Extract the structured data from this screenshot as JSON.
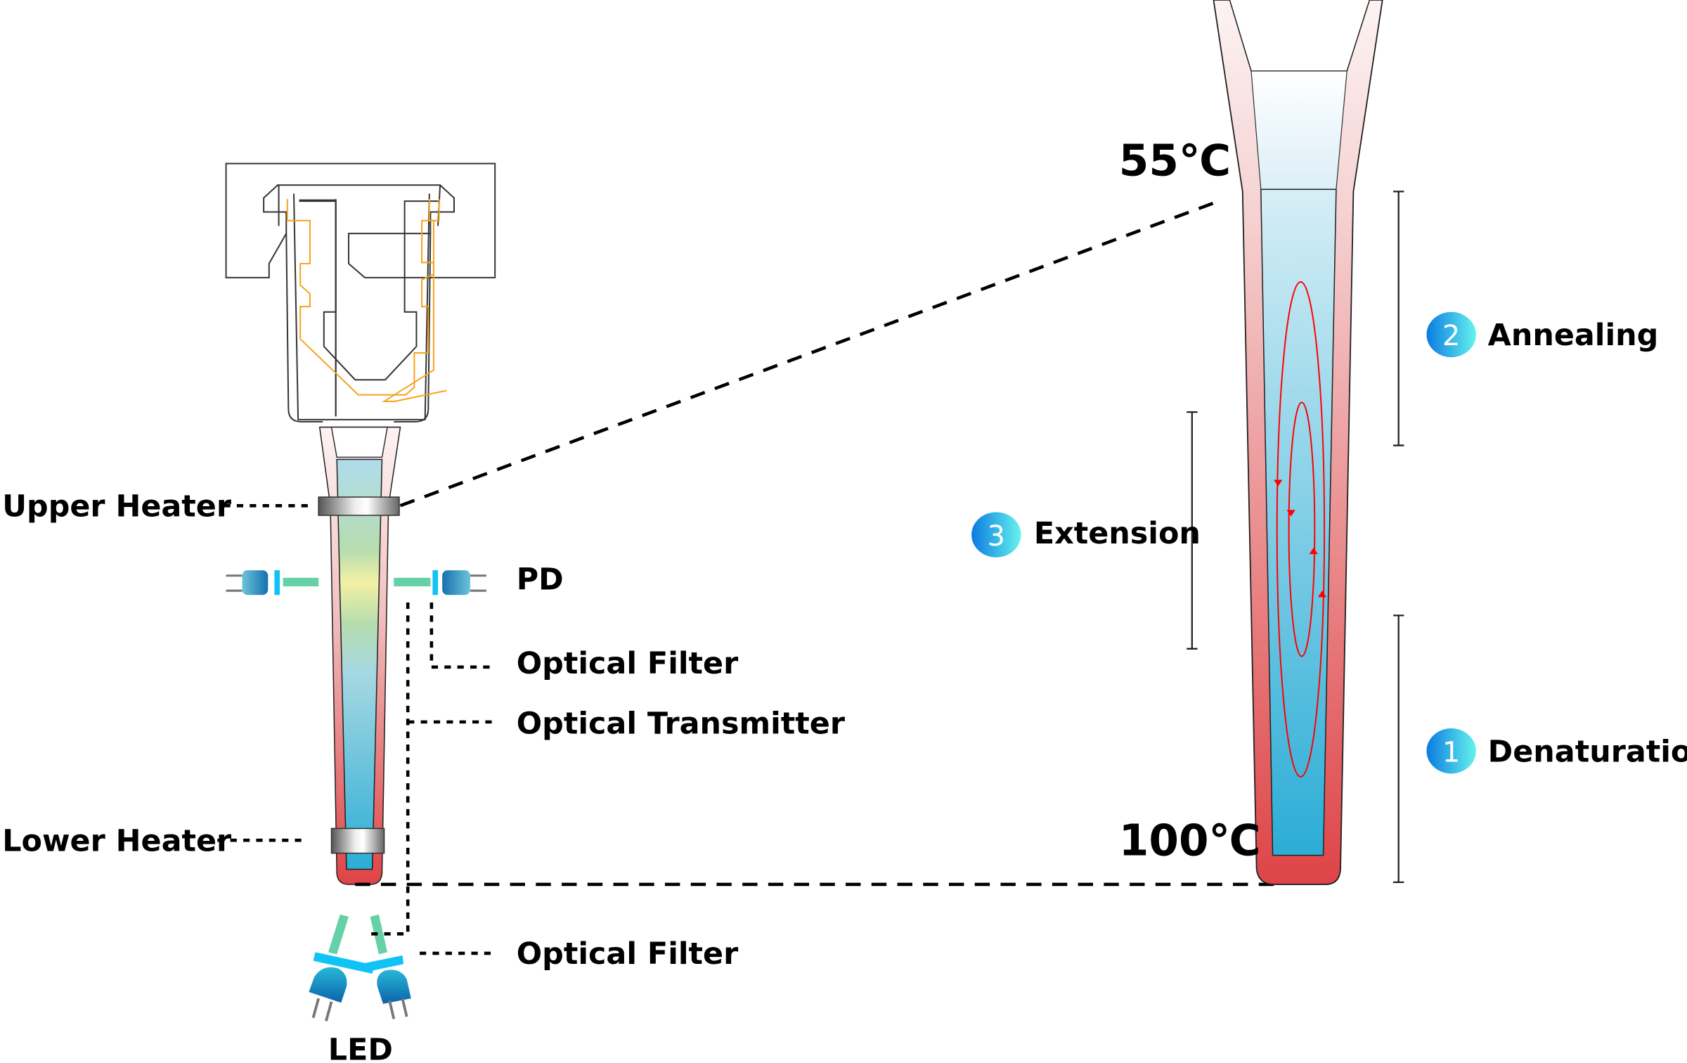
{
  "labels": {
    "upper_heater": "Upper Heater",
    "lower_heater": "Lower Heater",
    "pd": "PD",
    "optical_filter_top": "Optical Filter",
    "optical_transmitter": "Optical Transmitter",
    "optical_filter_bottom": "Optical Filter",
    "led": "LED"
  },
  "temperatures": {
    "top": "55℃",
    "bottom": "100℃"
  },
  "stages": [
    {
      "number": "1",
      "name": "Denaturation"
    },
    {
      "number": "2",
      "name": "Annealing"
    },
    {
      "number": "3",
      "name": "Extension"
    }
  ],
  "colors": {
    "hot": "#de4447",
    "liquid": "#2badd6",
    "filter": "#10c3f7",
    "transmitter": "#66d0a8",
    "flow": "#ff0000",
    "orange_outline": "#f7a21b"
  }
}
